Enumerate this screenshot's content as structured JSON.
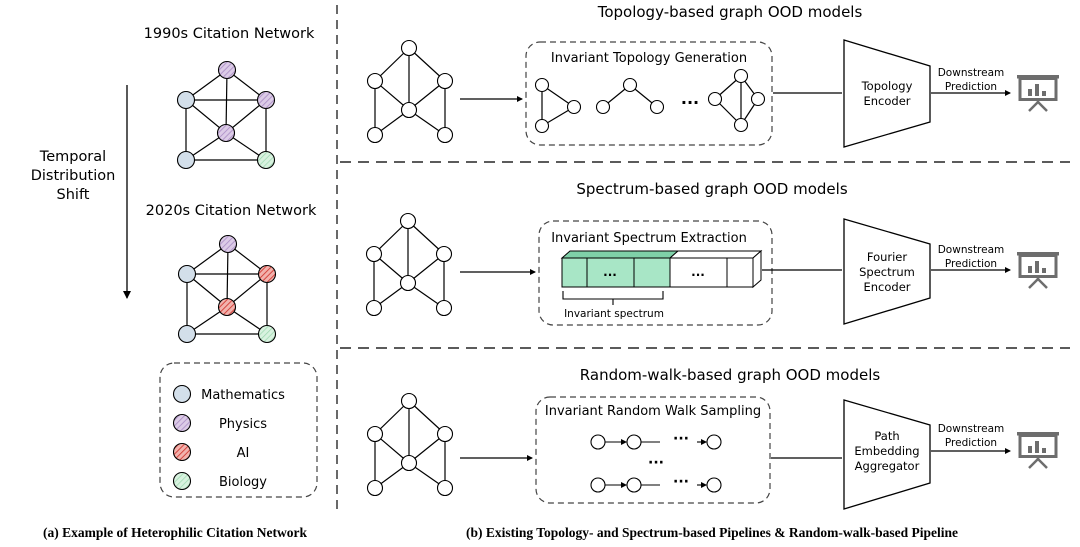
{
  "left_panel": {
    "network_1990_title": "1990s Citation Network",
    "network_2020_title": "2020s Citation Network",
    "shift_label": [
      "Temporal",
      "Distribution",
      "Shift"
    ],
    "legend": [
      {
        "label": "Mathematics",
        "color": "#d3dfea",
        "hatch": false
      },
      {
        "label": "Physics",
        "color": "#dccbe7",
        "hatch": true
      },
      {
        "label": "AI",
        "color": "#e2524c",
        "hatch": true
      },
      {
        "label": "Biology",
        "color": "#c9ebd2",
        "hatch": true
      }
    ],
    "caption": "(a) Example of Heterophilic Citation Network"
  },
  "right_panel": {
    "topology": {
      "title": "Topology-based graph OOD models",
      "box_title": "Invariant Topology Generation",
      "ellipsis": "···",
      "encoder": [
        "Topology",
        "Encoder"
      ],
      "downstream": [
        "Downstream",
        "Prediction"
      ]
    },
    "spectrum": {
      "title": "Spectrum-based graph OOD models",
      "box_title": "Invariant Spectrum Extraction",
      "cell_ellipsis_1": "...",
      "cell_ellipsis_2": "...",
      "bracket_label": "Invariant spectrum",
      "encoder": [
        "Fourier",
        "Spectrum",
        "Encoder"
      ],
      "downstream": [
        "Downstream",
        "Prediction"
      ]
    },
    "randomwalk": {
      "title": "Random-walk-based graph OOD models",
      "box_title": "Invariant Random Walk Sampling",
      "walk_ellipsis": "···",
      "mid_ellipsis": "···",
      "encoder": [
        "Path",
        "Embedding",
        "Aggregator"
      ],
      "downstream": [
        "Downstream",
        "Prediction"
      ]
    },
    "caption": "(b) Existing Topology- and Spectrum-based Pipelines & Random-walk-based Pipeline"
  },
  "colors": {
    "spectrum_green": "#a8e6c6",
    "spectrum_green_dark": "#7fd0a8",
    "icon_gray": "#6d6d6d"
  }
}
